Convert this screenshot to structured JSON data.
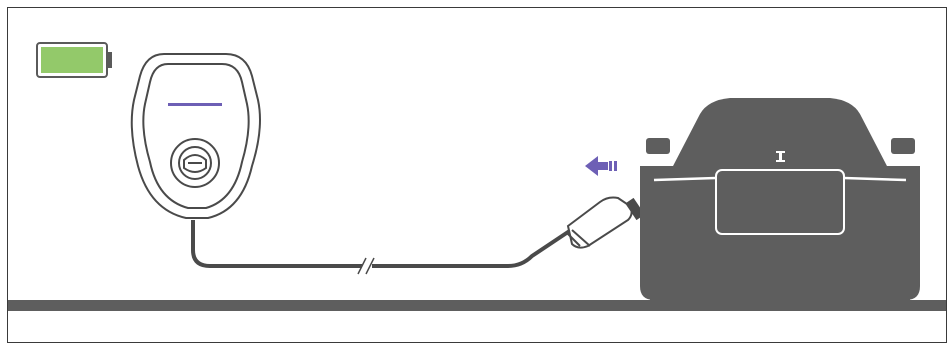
{
  "scene": {
    "battery": {
      "icon": "battery-full-icon",
      "state": "charged",
      "level": 1.0,
      "fill_color": "#93c96a",
      "outline_color": "#5a5a5a"
    },
    "charger": {
      "icon": "wall-charger-icon",
      "indicator_color": "#6d5fb5",
      "body_color": "#ffffff",
      "outline_color": "#4a4a4a"
    },
    "cable": {
      "icon": "charging-cable-icon",
      "color": "#4a4a4a",
      "has_break_mark": true
    },
    "connector": {
      "icon": "charging-connector-icon",
      "color": "#4a4a4a"
    },
    "direction_arrow": {
      "icon": "plug-in-arrow-icon",
      "direction": "left",
      "color": "#6d5fb5"
    },
    "vehicle": {
      "icon": "car-front-icon",
      "body_color": "#5e5e5e",
      "ornament": "hood-ornament-icon"
    },
    "ground": {
      "color": "#5e5e5e"
    }
  }
}
